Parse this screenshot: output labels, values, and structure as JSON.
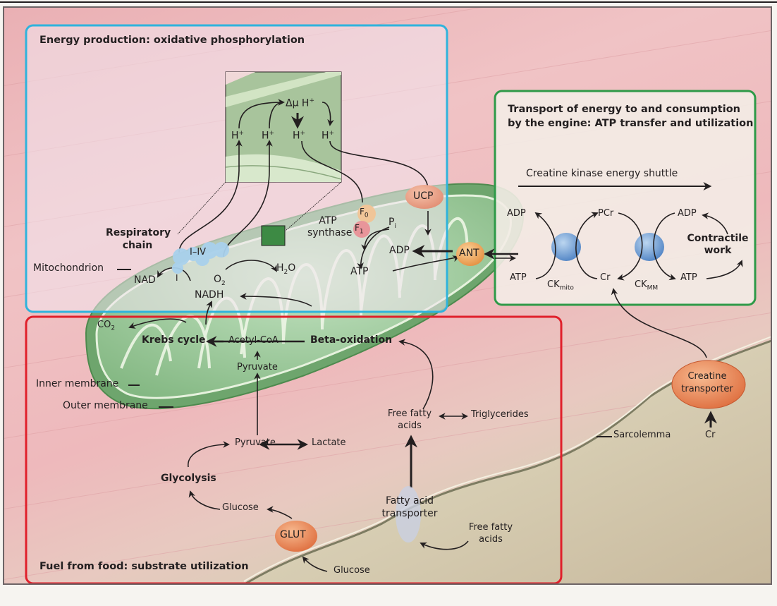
{
  "panels": {
    "energy_production": {
      "title": "Energy production: oxidative phosphorylation",
      "border_color": "#2fb3dc"
    },
    "transport": {
      "title_line1": "Transport of energy to and consumption",
      "title_line2": "by the engine: ATP transfer and utilization",
      "border_color": "#2e9a48"
    },
    "fuel": {
      "title": "Fuel from food: substrate utilization",
      "border_color": "#e0202b"
    }
  },
  "inset": {
    "delta_mu": "Δμ H",
    "proton": "H",
    "plus": "+"
  },
  "labels": {
    "respiratory_chain_1": "Respiratory",
    "respiratory_chain_2": "chain",
    "complex": "I–IV",
    "complex_one": "I",
    "mitochondrion": "Mitochondrion",
    "nad": "NAD",
    "nadh": "NADH",
    "o2": "O",
    "o2_sub": "2",
    "h2o_h": "H",
    "h2o_sub": "2",
    "h2o_o": "O",
    "atp_synthase_1": "ATP",
    "atp_synthase_2": "synthase",
    "f0": "F",
    "f0_sub": "0",
    "f1": "F",
    "f1_sub": "1",
    "pi": "P",
    "pi_sub": "i",
    "ucp": "UCP",
    "adp": "ADP",
    "atp": "ATP",
    "ant": "ANT",
    "co2": "CO",
    "co2_sub": "2",
    "krebs": "Krebs cycle",
    "acetyl_coa": "Acetyl-CoA",
    "beta_oxidation": "Beta-oxidation",
    "pyruvate_upper": "Pyruvate",
    "inner_membrane": "Inner membrane",
    "outer_membrane": "Outer membrane",
    "ffa_1": "Free fatty",
    "ffa_2": "acids",
    "triglycerides": "Triglycerides",
    "pyruvate_lower": "Pyruvate",
    "lactate": "Lactate",
    "glycolysis": "Glycolysis",
    "glucose_in": "Glucose",
    "glut": "GLUT",
    "glucose_out": "Glucose",
    "fat_transporter_1": "Fatty acid",
    "fat_transporter_2": "transporter",
    "ffa_out_1": "Free fatty",
    "ffa_out_2": "acids",
    "sarcolemma": "Sarcolemma",
    "creatine_transporter_1": "Creatine",
    "creatine_transporter_2": "transporter",
    "cr_out": "Cr"
  },
  "shuttle": {
    "title": "Creatine kinase energy shuttle",
    "adp_left": "ADP",
    "pcr": "PCr",
    "adp_right": "ADP",
    "contractile_1": "Contractile",
    "contractile_2": "work",
    "atp_left": "ATP",
    "ck_mito": "CK",
    "ck_mito_sub": "mito",
    "cr": "Cr",
    "ck_mm": "CK",
    "ck_mm_sub": "MM",
    "atp_right": "ATP"
  }
}
